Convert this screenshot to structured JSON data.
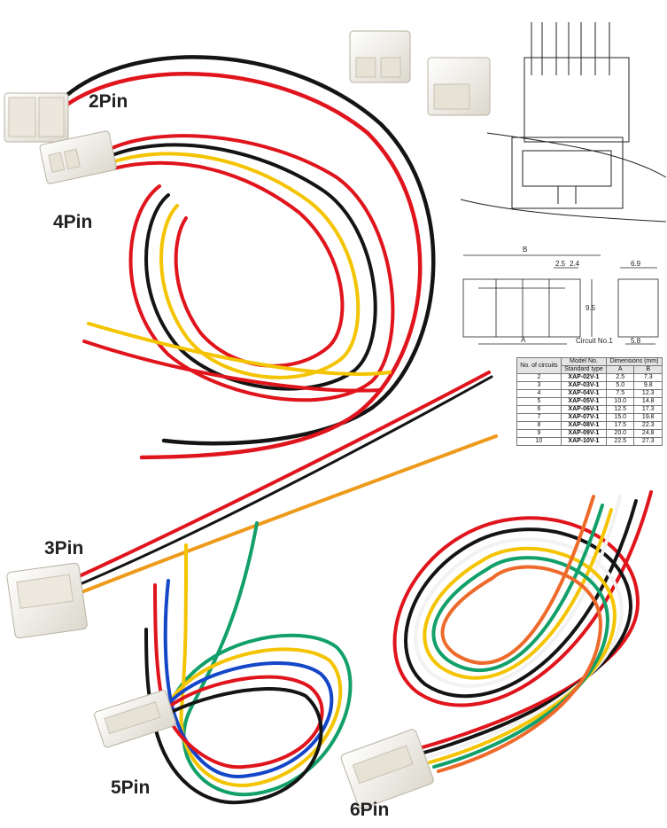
{
  "labels": {
    "pin2": "2Pin",
    "pin4": "4Pin",
    "pin3": "3Pin",
    "pin5": "5Pin",
    "pin6": "6Pin"
  },
  "drawing": {
    "dim_b": "B",
    "dim_a": "A",
    "dim_25": "2.5",
    "dim_24": "2.4",
    "dim_95": "9.5",
    "dim_69": "6.9",
    "dim_58": "5.8",
    "circuit_no1": "Circuit No.1"
  },
  "table": {
    "col_circuits": "No. of circuits",
    "col_model": "Model No.",
    "col_dimensions": "Dimensions",
    "col_unit": "(mm)",
    "col_standard": "Standard type",
    "col_a": "A",
    "col_b": "B",
    "rows": [
      {
        "n": "2",
        "model": "XAP-02V-1",
        "a": "2.5",
        "b": "7.3"
      },
      {
        "n": "3",
        "model": "XAP-03V-1",
        "a": "5.0",
        "b": "9.8"
      },
      {
        "n": "4",
        "model": "XAP-04V-1",
        "a": "7.5",
        "b": "12.3"
      },
      {
        "n": "5",
        "model": "XAP-05V-1",
        "a": "10.0",
        "b": "14.8"
      },
      {
        "n": "6",
        "model": "XAP-06V-1",
        "a": "12.5",
        "b": "17.3"
      },
      {
        "n": "7",
        "model": "XAP-07V-1",
        "a": "15.0",
        "b": "19.8"
      },
      {
        "n": "8",
        "model": "XAP-08V-1",
        "a": "17.5",
        "b": "22.3"
      },
      {
        "n": "9",
        "model": "XAP-09V-1",
        "a": "20.0",
        "b": "24.8"
      },
      {
        "n": "10",
        "model": "XAP-10V-1",
        "a": "22.5",
        "b": "27.3"
      }
    ]
  },
  "colors": {
    "red": "#e0141c",
    "black": "#141414",
    "yellow": "#f4c400",
    "orange": "#ee9a1a",
    "blue": "#1446c8",
    "green": "#12a06a",
    "white": "#f2f2f2",
    "connector": "#f3f1ea"
  }
}
